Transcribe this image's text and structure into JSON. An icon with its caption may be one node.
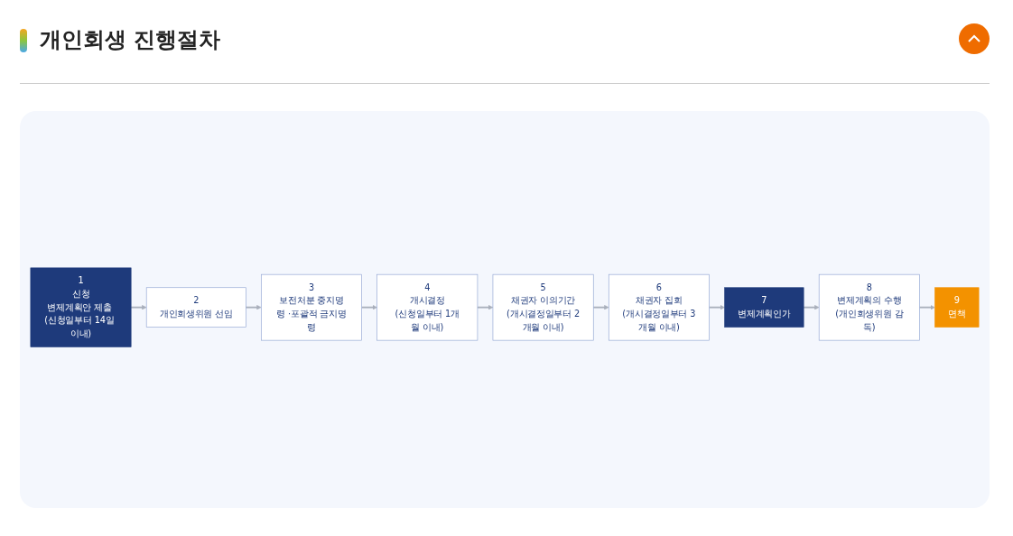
{
  "diagram": {
    "title": "개인회생 진행절차",
    "nodes": [
      {
        "text": [
          "1",
          "신청",
          "변제계획안 제출 (신청일부터 14일 이내)"
        ]
      },
      {
        "text": [
          "2",
          "개인회생위원 선임"
        ]
      },
      {
        "text": [
          "3",
          "보전처분 중지명령 ·포괄적 금지명령"
        ]
      },
      {
        "text": [
          "4",
          "개시결정",
          "(신청일부터 1개월 이내)"
        ]
      },
      {
        "text": [
          "5",
          "채권자 이의기간",
          "(개시결정일부터 2개월 이내)"
        ]
      },
      {
        "text": [
          "6",
          "채권자 집회",
          "(개시결정일부터 3개월 이내)"
        ]
      },
      {
        "text": [
          "7",
          "변제계획인가"
        ]
      },
      {
        "text": [
          "8",
          "변제계획의 수행",
          "(개인회생위원 감독)"
        ]
      },
      {
        "text": [
          "9",
          "면책"
        ]
      }
    ],
    "edges": [
      {
        "from": 0,
        "to": 1,
        "arrow": "to"
      },
      {
        "from": 1,
        "to": 2,
        "arrow": "to"
      },
      {
        "from": 2,
        "to": 3,
        "arrow": "to"
      },
      {
        "from": 3,
        "to": 4,
        "arrow": "to"
      },
      {
        "from": 4,
        "to": 5,
        "arrow": "to"
      },
      {
        "from": 5,
        "to": 6,
        "arrow": "to"
      },
      {
        "from": 6,
        "to": 7,
        "arrow": "to"
      },
      {
        "from": 7,
        "to": 8,
        "arrow": "to"
      }
    ]
  }
}
